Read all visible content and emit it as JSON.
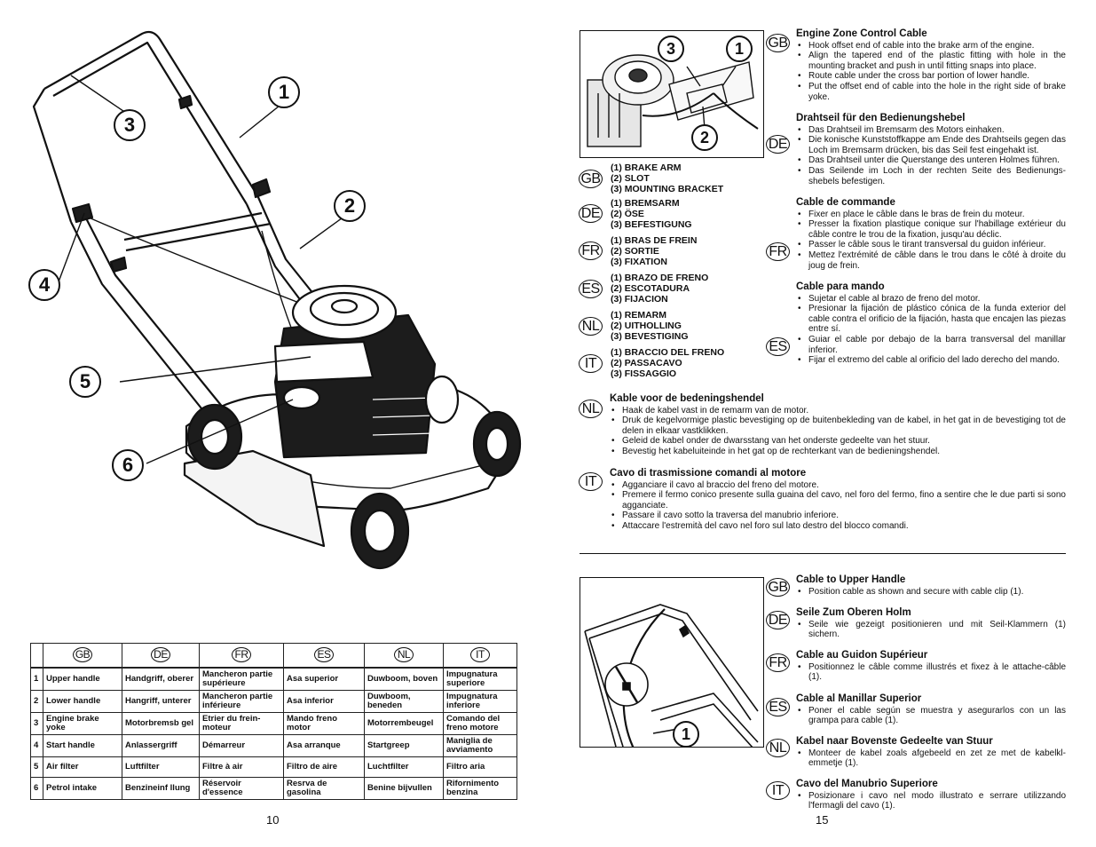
{
  "left_page": {
    "page_number": "10",
    "callouts": [
      "1",
      "2",
      "3",
      "4",
      "5",
      "6"
    ],
    "table": {
      "languages": [
        "GB",
        "DE",
        "FR",
        "ES",
        "NL",
        "IT"
      ],
      "rows": [
        {
          "num": "1",
          "cells": [
            "Upper handle",
            "Handgriff, oberer",
            "Mancheron partie supérieure",
            "Asa superior",
            "Duwboom, boven",
            "Impugnatura superiore"
          ]
        },
        {
          "num": "2",
          "cells": [
            "Lower handle",
            "Hangriff, unterer",
            "Mancheron partie inférieure",
            "Asa inferior",
            "Duwboom, beneden",
            "Impugnatura inferiore"
          ]
        },
        {
          "num": "3",
          "cells": [
            "Engine brake yoke",
            "Motorbremsb gel",
            "Etrier du frein-moteur",
            "Mando freno motor",
            "Motorrembeugel",
            "Comando del freno motore"
          ]
        },
        {
          "num": "4",
          "cells": [
            "Start handle",
            "Anlassergriff",
            "Démarreur",
            "Asa arranque",
            "Startgreep",
            "Maniglia de avviamento"
          ]
        },
        {
          "num": "5",
          "cells": [
            "Air filter",
            "Luftfilter",
            "Filtre à air",
            "Filtro de aire",
            "Luchtfilter",
            "Filtro aria"
          ]
        },
        {
          "num": "6",
          "cells": [
            "Petrol intake",
            "Benzineinf llung",
            "Réservoir d'essence",
            "Resrva de gasolina",
            "Benine bijvullen",
            "Rifornimento benzina"
          ]
        }
      ]
    }
  },
  "right_page": {
    "page_number": "15",
    "figure1_callouts": [
      "3",
      "1",
      "2"
    ],
    "figure2_callouts": [
      "1"
    ],
    "parts_legend": [
      {
        "lang": "GB",
        "lines": [
          "(1) BRAKE ARM",
          "(2) SLOT",
          "(3) MOUNTING BRACKET"
        ]
      },
      {
        "lang": "DE",
        "lines": [
          "(1) BREMSARM",
          "(2) ÖSE",
          "(3) BEFESTIGUNG"
        ]
      },
      {
        "lang": "FR",
        "lines": [
          "(1) BRAS DE FREIN",
          "(2) SORTIE",
          "(3) FIXATION"
        ]
      },
      {
        "lang": "ES",
        "lines": [
          "(1) BRAZO DE FRENO",
          "(2) ESCOTADURA",
          "(3) FIJACION"
        ]
      },
      {
        "lang": "NL",
        "lines": [
          "(1) REMARM",
          "(2) UITHOLLING",
          "(3) BEVESTIGING"
        ]
      },
      {
        "lang": "IT",
        "lines": [
          "(1) BRACCIO DEL FRENO",
          "(2) PASSACAVO",
          "(3) FISSAGGIO"
        ]
      }
    ],
    "engine_sections": [
      {
        "lang": "GB",
        "title": "Engine Zone Control Cable",
        "items": [
          "Hook offset end of cable into the brake arm of the engine.",
          "Align the tapered end of the plastic fitting with hole in the mounting bracket and push in until fitting snaps into place.",
          "Route cable under the cross bar portion of lower handle.",
          "Put the offset end of cable into the hole in the right side of brake yoke."
        ]
      },
      {
        "lang": "DE",
        "title": "Drahtseil für den Bedienungshebel",
        "items": [
          "Das Drahtseil im Bremsarm des Motors einhaken.",
          "Die konische Kunststoffkappe am Ende des Drahtseils gegen das Loch im Bremsarm drücken, bis das Seil fest eingehakt ist.",
          "Das Drahtseil unter die Querstange des unteren Holmes führen.",
          "Das Seilende im Loch in der rechten Seite des Bedienungs-shebels befestigen."
        ]
      },
      {
        "lang": "FR",
        "title": "Cable de commande",
        "items": [
          "Fixer en place le câble dans le bras de frein du moteur.",
          "Presser la fixation plastique conique sur l'habillage extérieur du câble contre le trou de la fixation, jusqu'au déclic.",
          "Passer le câble sous le tirant transversal du guidon inférieur.",
          "Mettez l'extrémité de câble dans le trou dans le côté à droite du joug de frein."
        ]
      },
      {
        "lang": "ES",
        "title": "Cable para mando",
        "items": [
          "Sujetar el cable al brazo de freno del motor.",
          "Presionar la fijación de plástico cónica de la funda exterior del cable contra el orificio de la fijación, hasta que encajen las piezas entre sí.",
          "Guiar el cable por debajo de la barra transversal del manillar inferior.",
          "Fijar el extremo del cable al orificio del lado derecho del mando."
        ]
      },
      {
        "lang": "NL",
        "title": "Kable voor de bedeningshendel",
        "items": [
          "Haak de kabel vast in de remarm van de motor.",
          "Druk de kegelvormige plastic bevestiging op de buitenbekleding van de kabel, in het gat in de bevestiging tot de delen in elkaar vastklikken.",
          "Geleid de kabel onder de dwarsstang van het onderste gedeelte van het stuur.",
          "Bevestig het kabeluiteinde in het gat op de rechterkant van de bedieningshendel."
        ]
      },
      {
        "lang": "IT",
        "title": "Cavo di trasmissione comandi al motore",
        "items": [
          "Agganciare il cavo al braccio del freno del motore.",
          "Premere il fermo conico presente sulla guaina del cavo, nel foro del fermo, fino a sentire che le due parti si sono agganciate.",
          "Passare il cavo sotto la traversa del manubrio inferiore.",
          "Attaccare l'estremità del cavo nel foro sul lato destro del blocco comandi."
        ]
      }
    ],
    "handle_sections": [
      {
        "lang": "GB",
        "title": "Cable to Upper Handle",
        "items": [
          "Position cable as shown and secure with cable clip (1)."
        ]
      },
      {
        "lang": "DE",
        "title": "Seile Zum Oberen Holm",
        "items": [
          "Seile wie gezeigt positionieren und mit Seil-Klammern (1) sichern."
        ]
      },
      {
        "lang": "FR",
        "title": "Cable au Guidon Supérieur",
        "items": [
          "Positionnez le câble comme illustrés et fixez à le attache-câble (1)."
        ]
      },
      {
        "lang": "ES",
        "title": "Cable al Manillar Superior",
        "items": [
          "Poner el cable según se muestra y asegurarlos con un las grampa para cable (1)."
        ]
      },
      {
        "lang": "NL",
        "title": "Kabel naar Bovenste Gedeelte van Stuur",
        "items": [
          "Monteer de kabel zoals afgebeeld en zet ze met de kabelkl-emmetje (1)."
        ]
      },
      {
        "lang": "IT",
        "title": "Cavo del Manubrio Superiore",
        "items": [
          "Posizionare i cavo nel modo illustrato e serrare utilizzando l'fermagli del cavo (1)."
        ]
      }
    ]
  }
}
